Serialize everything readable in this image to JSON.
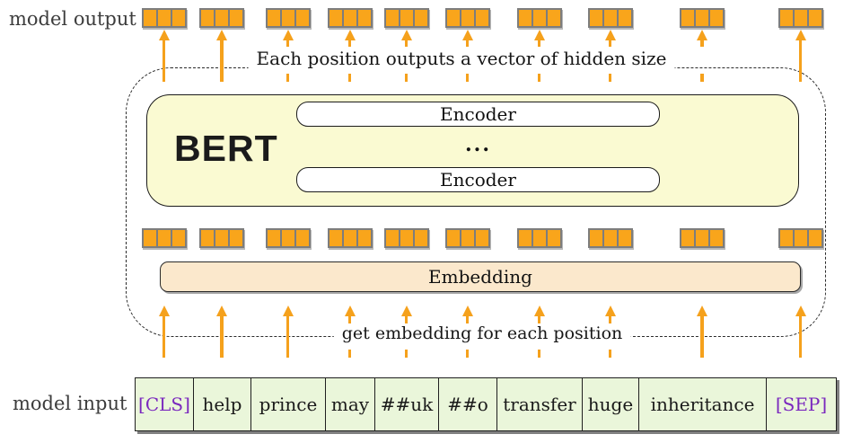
{
  "diagram": {
    "labels": {
      "model_output": "model output",
      "model_input": "model input"
    },
    "captions": {
      "output": "Each position outputs a vector of hidden size",
      "input": "get embedding for each position"
    },
    "bert": {
      "title": "BERT",
      "encoder_top": "Encoder",
      "dots": "...",
      "encoder_bottom": "Encoder"
    },
    "embedding": {
      "label": "Embedding"
    },
    "tokens": [
      {
        "text": "[CLS]",
        "special": true
      },
      {
        "text": "help",
        "special": false
      },
      {
        "text": "prince",
        "special": false
      },
      {
        "text": "may",
        "special": false
      },
      {
        "text": "##uk",
        "special": false
      },
      {
        "text": "##o",
        "special": false
      },
      {
        "text": "transfer",
        "special": false
      },
      {
        "text": "huge",
        "special": false
      },
      {
        "text": "inheritance",
        "special": false
      },
      {
        "text": "[SEP]",
        "special": true
      }
    ],
    "vector_blocks": {
      "cells_per_block": 3,
      "blocks_per_row": 10,
      "rows": [
        "model-output-row",
        "encoder-input-row"
      ]
    },
    "colors": {
      "block_orange": "#F9A51B",
      "block_border_gray": "#7D7D7D",
      "arrow_orange": "#F5A11C",
      "bert_fill": "#FAFAD2",
      "embedding_fill": "#FBE8CC",
      "token_fill": "#EAF6DA",
      "special_token_text": "#7A28BE",
      "text_color": "#1A1A1A"
    }
  }
}
